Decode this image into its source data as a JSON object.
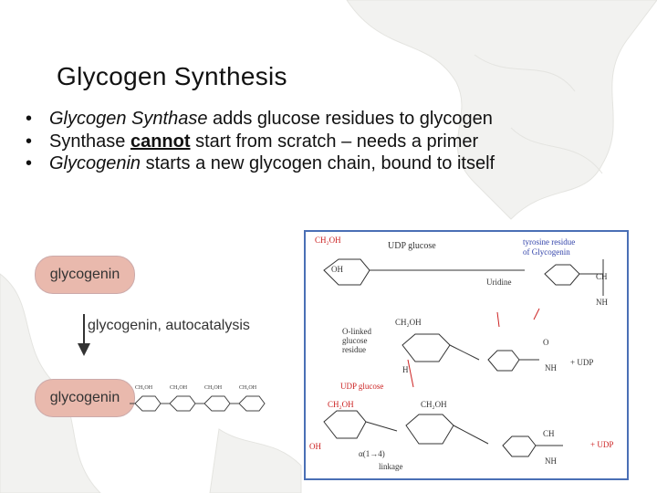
{
  "slide": {
    "title": "Glycogen Synthesis",
    "bullets": [
      {
        "em": "Glycogen Synthase",
        "rest": " adds glucose residues to glycogen"
      },
      {
        "pre": "Synthase ",
        "strong": "cannot",
        "rest": " start from scratch – needs a primer"
      },
      {
        "em": "Glycogenin",
        "rest": " starts a new glycogen chain, bound to itself"
      }
    ]
  },
  "left_figure": {
    "top_pill": "glycogenin",
    "arrow_label": "glycogenin, autocatalysis",
    "bottom_pill": "glycogenin",
    "ring_label": "CH₂OH"
  },
  "right_figure": {
    "udp_glucose_top": "UDP glucose",
    "tyrosine_label_1": "tyrosine residue",
    "tyrosine_label_2": "of Glycogenin",
    "olinked_1": "O-linked",
    "olinked_2": "glucose",
    "olinked_3": "residue",
    "plus_udp_1": "+ UDP",
    "udp_glucose_mid": "UDP glucose",
    "plus_udp_2": "+ UDP",
    "linkage_1": "α(1→4)",
    "linkage_2": "linkage",
    "uridine": "Uridine",
    "ch2oh": "CH₂OH",
    "oh": "OH",
    "h": "H",
    "o": "O",
    "nh": "NH",
    "ch": "CH"
  }
}
